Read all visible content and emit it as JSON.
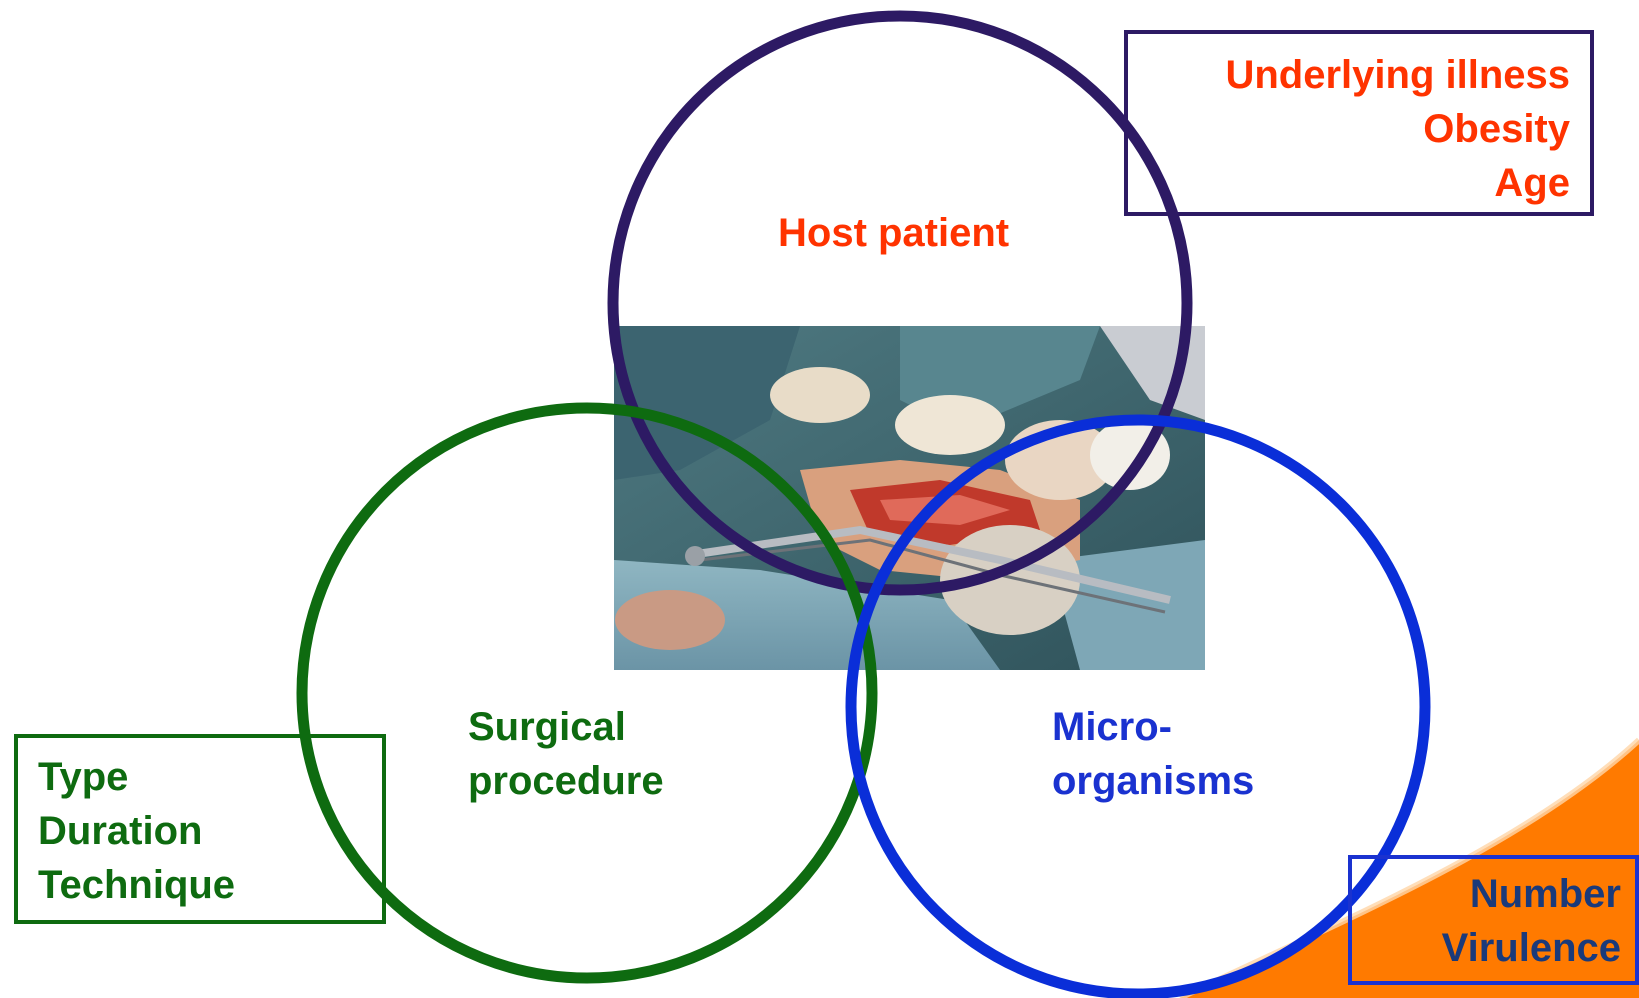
{
  "colors": {
    "host": "#2d1a64",
    "host_text": "#ff3300",
    "surgery": "#0e6b10",
    "micro": "#0a2ed8",
    "micro_text": "#1a32d0",
    "micro_box_text": "#1a3a7a",
    "accent_orange": "#ff7a00"
  },
  "center_image": {
    "description_icon": "surgery-photo"
  },
  "host": {
    "label": "Host patient",
    "factors": [
      "Underlying illness",
      "Obesity",
      "Age"
    ]
  },
  "surgery": {
    "label_line1": "Surgical",
    "label_line2": "procedure",
    "factors": [
      "Type",
      "Duration",
      "Technique"
    ]
  },
  "micro": {
    "label_line1": "Micro-",
    "label_line2": "organisms",
    "factors": [
      "Number",
      "Virulence"
    ]
  }
}
